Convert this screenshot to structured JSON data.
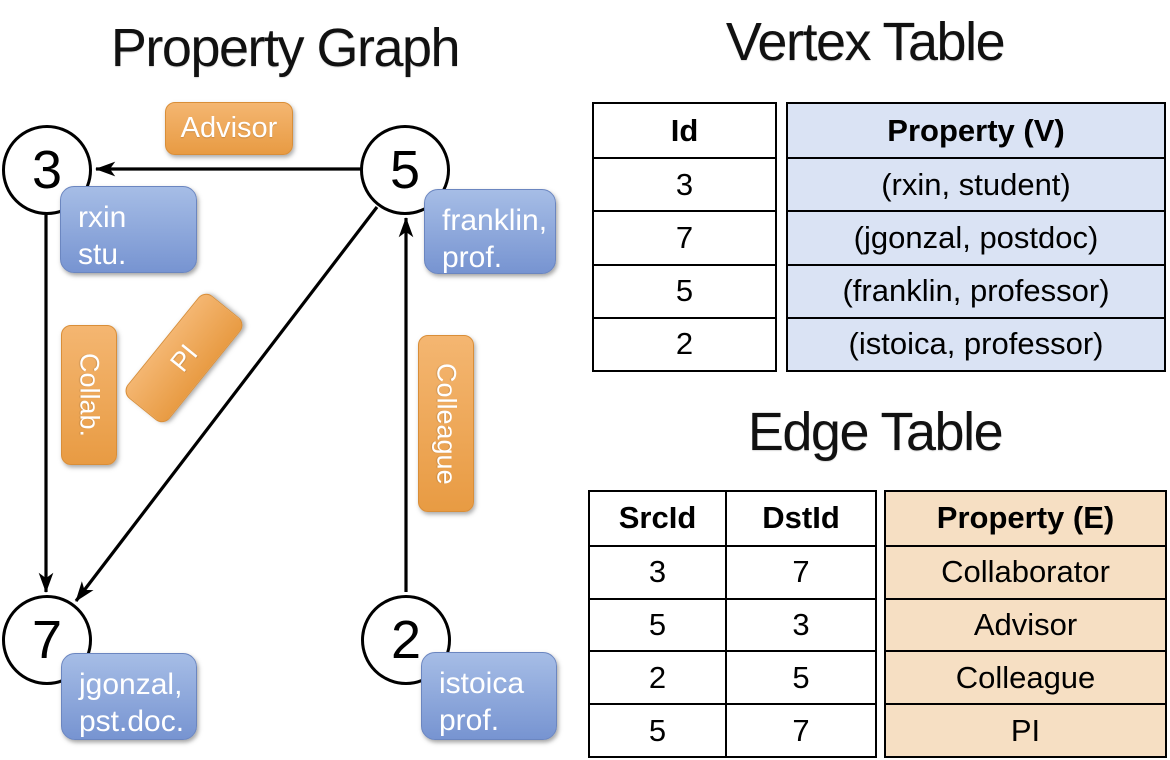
{
  "colors": {
    "orange-light": "#F4B671",
    "orange-dark": "#E89B43",
    "orange-border": "#D98E38",
    "blue-light": "#A6BDE6",
    "blue-dark": "#7794D1",
    "blue-border": "#6B86C0",
    "vertex-cell": "#DAE3F4",
    "edge-cell": "#F6DFC3"
  },
  "graph": {
    "title": "Property Graph",
    "nodes": [
      {
        "id": "3",
        "card": [
          "rxin",
          "stu."
        ]
      },
      {
        "id": "5",
        "card": [
          "franklin,",
          "prof."
        ]
      },
      {
        "id": "7",
        "card": [
          "jgonzal,",
          "pst.doc."
        ]
      },
      {
        "id": "2",
        "card": [
          "istoica",
          "prof."
        ]
      }
    ],
    "edge_labels": {
      "advisor": "Advisor",
      "collab": "Collab.",
      "pi": "PI",
      "colleague": "Colleague"
    }
  },
  "vertex_table": {
    "title": "Vertex Table",
    "id_header": "Id",
    "prop_header": "Property (V)",
    "rows": [
      {
        "id": "3",
        "property": "(rxin, student)"
      },
      {
        "id": "7",
        "property": "(jgonzal, postdoc)"
      },
      {
        "id": "5",
        "property": "(franklin, professor)"
      },
      {
        "id": "2",
        "property": "(istoica, professor)"
      }
    ]
  },
  "edge_table": {
    "title": "Edge Table",
    "src_header": "SrcId",
    "dst_header": "DstId",
    "prop_header": "Property (E)",
    "rows": [
      {
        "src": "3",
        "dst": "7",
        "property": "Collaborator"
      },
      {
        "src": "5",
        "dst": "3",
        "property": "Advisor"
      },
      {
        "src": "2",
        "dst": "5",
        "property": "Colleague"
      },
      {
        "src": "5",
        "dst": "7",
        "property": "PI"
      }
    ]
  }
}
